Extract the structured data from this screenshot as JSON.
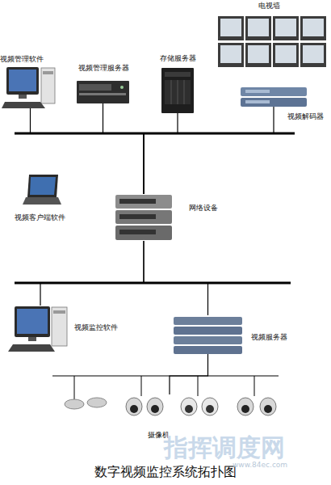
{
  "diagram": {
    "caption": "数字视频监控系统拓扑图",
    "nodes": [
      {
        "text": [
          "视频管理软件"
        ]
      },
      {
        "text": [
          "视频管理服务器"
        ]
      },
      {
        "text": [
          "存储服务器"
        ]
      },
      {
        "text": [
          "电视墙"
        ]
      },
      {
        "text": [
          "视频解码器"
        ]
      },
      {
        "text": [
          "视频客户端软件"
        ]
      },
      {
        "text": [
          "网络设备"
        ]
      },
      {
        "text": [
          "视频监控软件"
        ]
      },
      {
        "text": [
          "视频服务器"
        ]
      },
      {
        "text": [
          "摄像机"
        ]
      }
    ],
    "edges": [
      {
        "from": 0,
        "to": 6,
        "arrow": "none"
      },
      {
        "from": 1,
        "to": 6,
        "arrow": "none"
      },
      {
        "from": 2,
        "to": 6,
        "arrow": "none"
      },
      {
        "from": 4,
        "to": 6,
        "arrow": "none"
      },
      {
        "from": 6,
        "to": 7,
        "arrow": "none"
      },
      {
        "from": 6,
        "to": 8,
        "arrow": "none"
      },
      {
        "from": 8,
        "to": 9,
        "arrow": "none"
      }
    ],
    "labels": [
      "指挥调度网",
      "www.84ec.com"
    ]
  }
}
